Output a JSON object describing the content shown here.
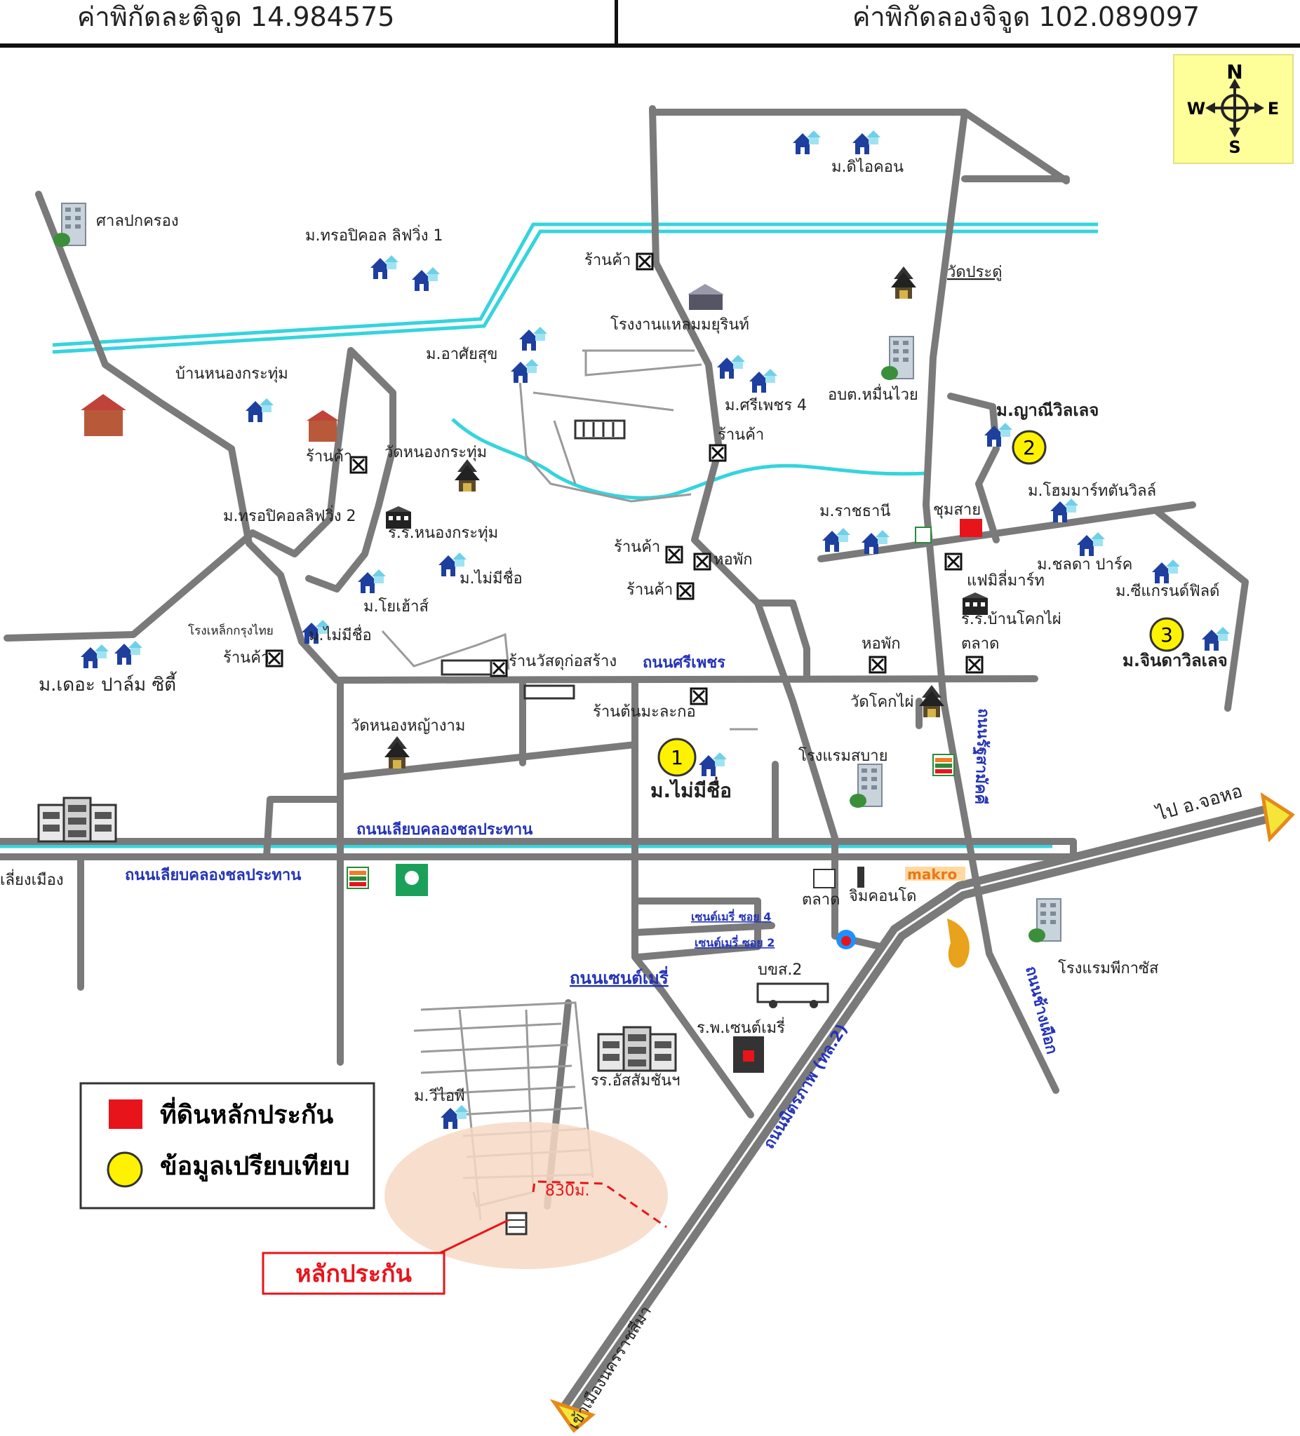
{
  "header": {
    "latitude": "ค่าพิกัดละติจูด 14.984575",
    "longitude": "ค่าพิกัดลองจิจูด 102.089097"
  },
  "compass": {
    "n": "N",
    "s": "S",
    "e": "E",
    "w": "W"
  },
  "places": {
    "diacon": "ม.ดิไอคอน",
    "sala": "ศาลปกครอง",
    "tropical1": "ม.ทรอปิคอล ลิฟวิ่ง 1",
    "shop_a": "ร้านค้า",
    "wat_pradu": "วัดประดู่",
    "factory": "โรงงานแหลมมยุรินท์",
    "arsaisuk": "ม.อาศัยสุข",
    "ban_nong": "บ้านหนองกระทุ่ม",
    "sriphet4": "ม.ศรีเพชร 4",
    "abt": "อบต.หมื่นไวย",
    "shop_b": "ร้านค้า",
    "shop_c": "ร้านค้า",
    "wat_nong": "วัดหนองกระทุ่ม",
    "tropical2": "ม.ทรอปิคอลลิฟวิ่ง 2",
    "rr_nong": "ร.ร.หนองกระทุ่ม",
    "nanthanee": "ม.ญาณีวิลเลจ",
    "homemart": "ม.โฮมมาร์ทตันวิลล์",
    "ratchathani": "ม.ราชธานี",
    "chumsai": "ชุมสาย",
    "shop_d": "ร้านค้า",
    "dormitory1": "หอพัก",
    "mainameechue1": "ม.ไม่มีชื่อ",
    "shop_e": "ร้านค้า",
    "yohyoh": "ม.โยเฮ้าส์",
    "family": "แฟมิลี่มาร์ท",
    "cholada": "ม.ชลดา ปาร์ค",
    "greenfield": "ม.ซีแกรนด์ฟิลด์",
    "rr_ban_kok": "ร.ร.บ้านโคกไผ่",
    "steel": "โรงเหล็กกรุงไทย",
    "mainameechue2": "ม.ไม่มีชื่อ",
    "shop_f": "ร้านค้า",
    "shop_g": "ร้านวัสดุก่อสร้าง",
    "sriphet_rd": "ถนนศรีเพชร",
    "dormitory2": "หอพัก",
    "market1": "ตลาด",
    "jinda": "ม.จินดาวิลเลจ",
    "palm": "ม.เดอะ ปาล์ม ซิตี้",
    "wat_nong_ya": "วัดหนองหญ้างาม",
    "shop_mala": "ร้านต้นมะละกอ",
    "wat_kok": "วัดโคกไผ่",
    "hotel_sabai": "โรงแรมสบาย",
    "mainameechue3": "ม.ไม่มีชื่อ",
    "ring_rd": "ถนนรัฐสามัคคี",
    "canal_rd1": "ถนนเลียบคลองชลประทาน",
    "canal_rd2": "ถนนเลียบคลองชลประทาน",
    "bypass": "เลี่ยงเมือง",
    "market2": "ตลาด",
    "condo": "จิมคอนโด",
    "makro": "makro",
    "to_chokchai": "ไป อ.จอหอ",
    "soi4": "เซนต์เมรี่ ซอย 4",
    "soi2": "เซนต์เมรี่ ซอย 2",
    "stmary_rd": "ถนนเซนต์เมรี่",
    "bus": "บขส.2",
    "hospital": "ร.พ.เซนต์เมรี่",
    "pegasus": "โรงแรมพีกาซัส",
    "kham_rd": "ถนนช้างเผือก",
    "school_assump": "รร.อัสสัมชันฯ",
    "mitraphap": "ถนนมิตรภาพ (ทล.2)",
    "wiseph": "ม.วีไอพี",
    "dist": "830ม.",
    "collateral": "หลักประกัน",
    "to_city": "เข้าเมืองนครราชสีมา"
  },
  "markers": [
    {
      "label": "1"
    },
    {
      "label": "2"
    },
    {
      "label": "3"
    }
  ],
  "legend": {
    "collateral": "ที่ดินหลักประกัน",
    "comparison": "ข้อมูลเปรียบเทียบ"
  },
  "colors": {
    "road": "#7a7a7a",
    "canal": "#35d4dd",
    "house": "#1e3f9e",
    "road_label": "#2433b8",
    "marker": "#fff200",
    "collateral": "#e8141b",
    "halo": "#f7d9c4",
    "compass_bg": "#ffff99"
  }
}
